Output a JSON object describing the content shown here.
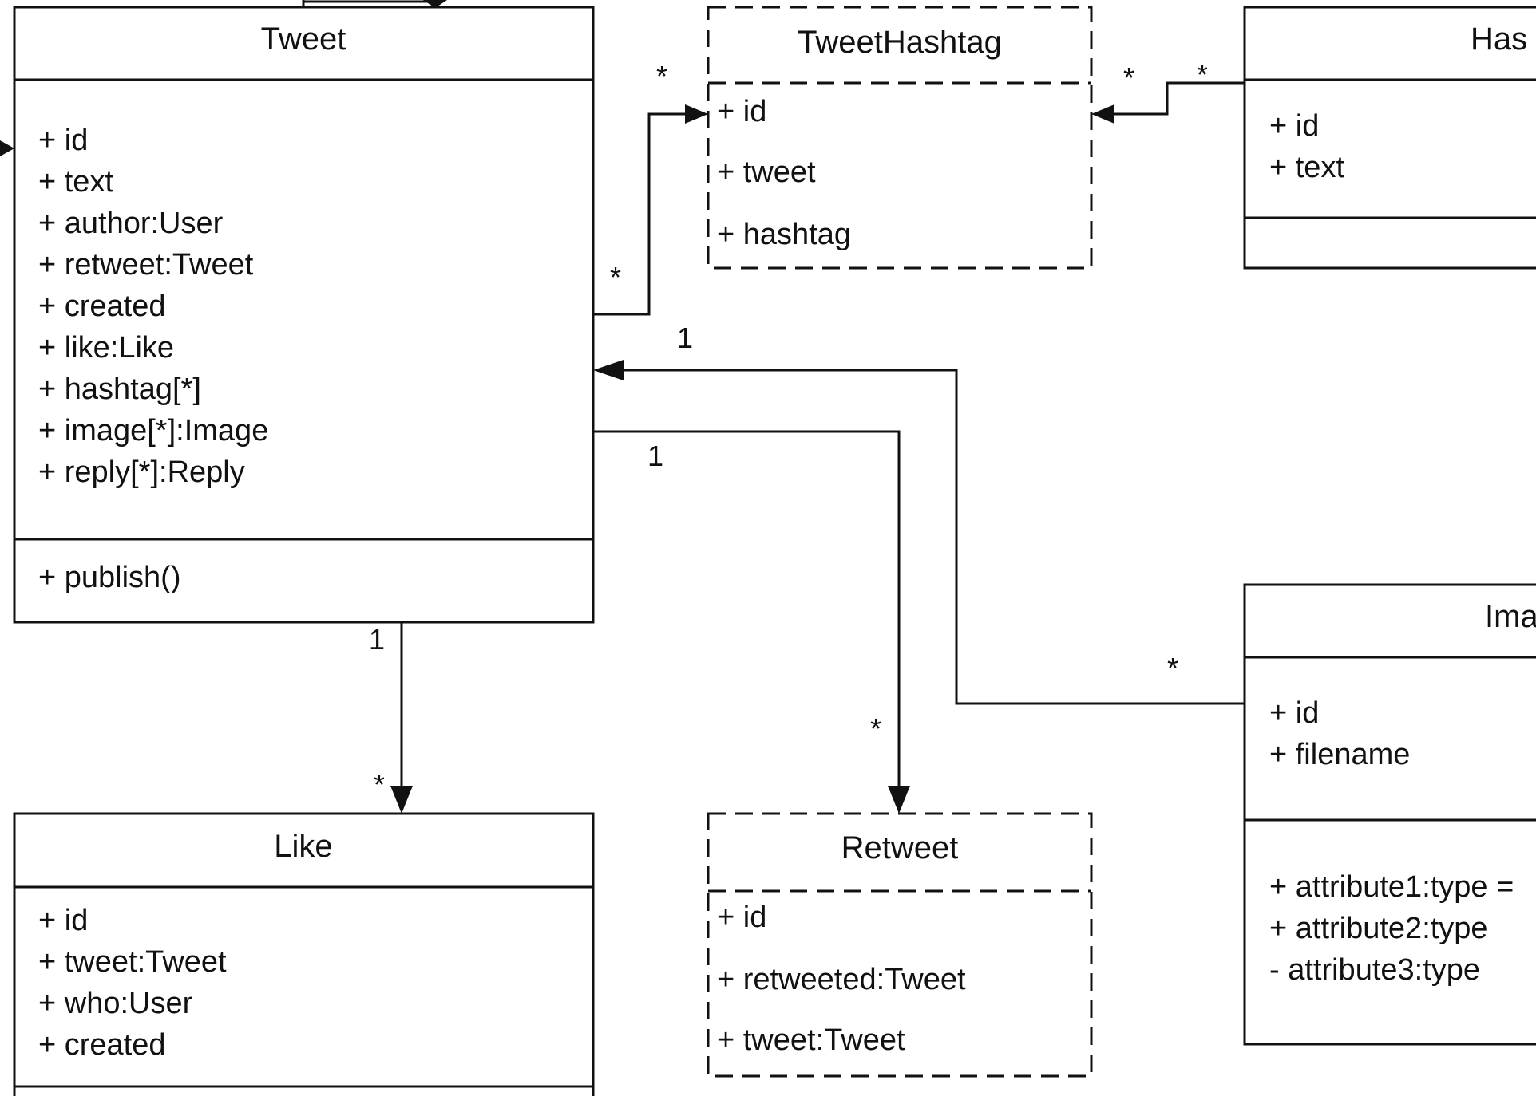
{
  "classes": {
    "tweet": {
      "name": "Tweet",
      "attributes": [
        "+ id",
        "+ text",
        "+ author:User",
        "+ retweet:Tweet",
        "+ created",
        "+ like:Like",
        "+ hashtag[*]",
        "+ image[*]:Image",
        "+ reply[*]:Reply"
      ],
      "methods": [
        "+ publish()"
      ]
    },
    "tweet_hashtag": {
      "name": "TweetHashtag",
      "attributes": [
        "+ id",
        "+ tweet",
        "+ hashtag"
      ]
    },
    "hashtag": {
      "name": "Has",
      "attributes": [
        "+ id",
        "+ text"
      ]
    },
    "like": {
      "name": "Like",
      "attributes": [
        "+ id",
        "+ tweet:Tweet",
        "+ who:User",
        "+ created"
      ]
    },
    "retweet": {
      "name": "Retweet",
      "attributes": [
        "+ id",
        "+ retweeted:Tweet",
        "+ tweet:Tweet"
      ]
    },
    "image": {
      "name": "Ima",
      "attributes": [
        "+ id",
        "+ filename"
      ],
      "section2": [
        "+ attribute1:type =",
        "+ attribute2:type",
        "- attribute3:type"
      ]
    }
  },
  "multiplicities": {
    "tweet_to_tweethashtag_top": "*",
    "tweet_to_tweethashtag_side": "*",
    "hashtag_to_tweethashtag_left": "*",
    "hashtag_to_tweethashtag_right": "*",
    "image_to_tweet_one": "1",
    "image_to_tweet_many": "*",
    "tweet_to_retweet_one": "1",
    "tweet_to_retweet_many": "*",
    "tweet_to_like_one": "1",
    "tweet_to_like_many": "*"
  }
}
